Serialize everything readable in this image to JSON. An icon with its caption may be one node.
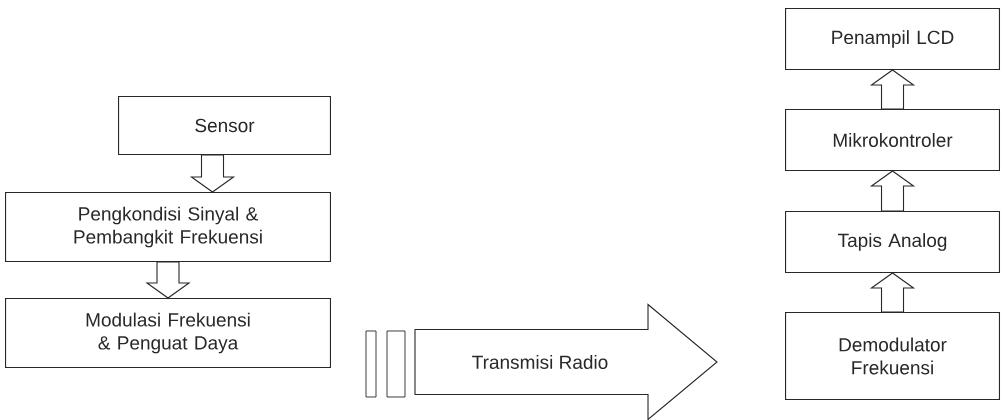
{
  "diagram": {
    "nodes": [
      {
        "text": [
          "Sensor"
        ]
      },
      {
        "text": [
          "Pengkondisi Sinyal & Pembangkit Frekuensi"
        ]
      },
      {
        "text": [
          "Modulasi Frekuensi & Penguat Daya"
        ]
      },
      {
        "text": [
          "Demodulator Frekuensi"
        ]
      },
      {
        "text": [
          "Tapis Analog"
        ]
      },
      {
        "text": [
          "Mikrokontroler"
        ]
      },
      {
        "text": [
          "Penampil LCD"
        ]
      }
    ],
    "edges": [
      {
        "from": 0,
        "to": 1,
        "arrow": "to"
      },
      {
        "from": 1,
        "to": 2,
        "arrow": "to"
      },
      {
        "from": 2,
        "to": 3,
        "arrow": "to",
        "label": "Transmisi Radio"
      },
      {
        "from": 3,
        "to": 4,
        "arrow": "to"
      },
      {
        "from": 4,
        "to": 5,
        "arrow": "to"
      },
      {
        "from": 5,
        "to": 6,
        "arrow": "to"
      }
    ]
  }
}
